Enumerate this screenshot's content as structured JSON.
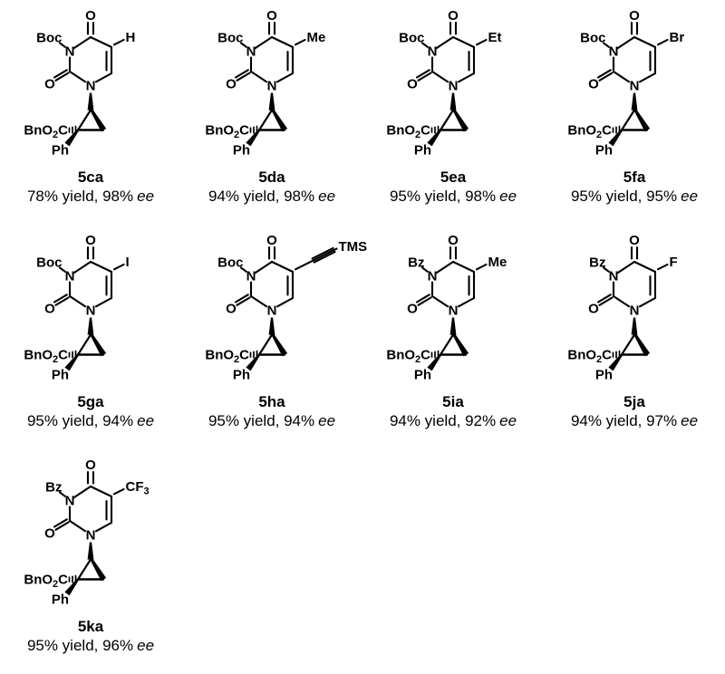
{
  "figure": {
    "colors": {
      "ink": "#000000",
      "background": "#ffffff"
    },
    "common": {
      "oxygen": "O",
      "nitrogen": "N",
      "ester_pre": "BnO",
      "ester_sub": "2",
      "ester_post": "C",
      "phenyl": "Ph"
    },
    "compounds": [
      {
        "label": "5ca",
        "protecting_group": "Boc",
        "substituent": {
          "text": "H",
          "sub": ""
        },
        "alkyne": false,
        "alkyne_cap": "",
        "stats": "78% yield, 98%",
        "stats_italic": "ee"
      },
      {
        "label": "5da",
        "protecting_group": "Boc",
        "substituent": {
          "text": "Me",
          "sub": ""
        },
        "alkyne": false,
        "alkyne_cap": "",
        "stats": "94% yield, 98%",
        "stats_italic": "ee"
      },
      {
        "label": "5ea",
        "protecting_group": "Boc",
        "substituent": {
          "text": "Et",
          "sub": ""
        },
        "alkyne": false,
        "alkyne_cap": "",
        "stats": "95% yield, 98%",
        "stats_italic": "ee"
      },
      {
        "label": "5fa",
        "protecting_group": "Boc",
        "substituent": {
          "text": "Br",
          "sub": ""
        },
        "alkyne": false,
        "alkyne_cap": "",
        "stats": "95% yield, 95%",
        "stats_italic": "ee"
      },
      {
        "label": "5ga",
        "protecting_group": "Boc",
        "substituent": {
          "text": "I",
          "sub": ""
        },
        "alkyne": false,
        "alkyne_cap": "",
        "stats": "95% yield, 94%",
        "stats_italic": "ee"
      },
      {
        "label": "5ha",
        "protecting_group": "Boc",
        "substituent": {
          "text": "",
          "sub": ""
        },
        "alkyne": true,
        "alkyne_cap": "TMS",
        "stats": "95% yield, 94%",
        "stats_italic": "ee"
      },
      {
        "label": "5ia",
        "protecting_group": "Bz",
        "substituent": {
          "text": "Me",
          "sub": ""
        },
        "alkyne": false,
        "alkyne_cap": "",
        "stats": "94% yield, 92%",
        "stats_italic": "ee"
      },
      {
        "label": "5ja",
        "protecting_group": "Bz",
        "substituent": {
          "text": "F",
          "sub": ""
        },
        "alkyne": false,
        "alkyne_cap": "",
        "stats": "94% yield, 97%",
        "stats_italic": "ee"
      },
      {
        "label": "5ka",
        "protecting_group": "Bz",
        "substituent": {
          "text": "CF",
          "sub": "3"
        },
        "alkyne": false,
        "alkyne_cap": "",
        "stats": "95% yield, 96%",
        "stats_italic": "ee"
      }
    ]
  }
}
